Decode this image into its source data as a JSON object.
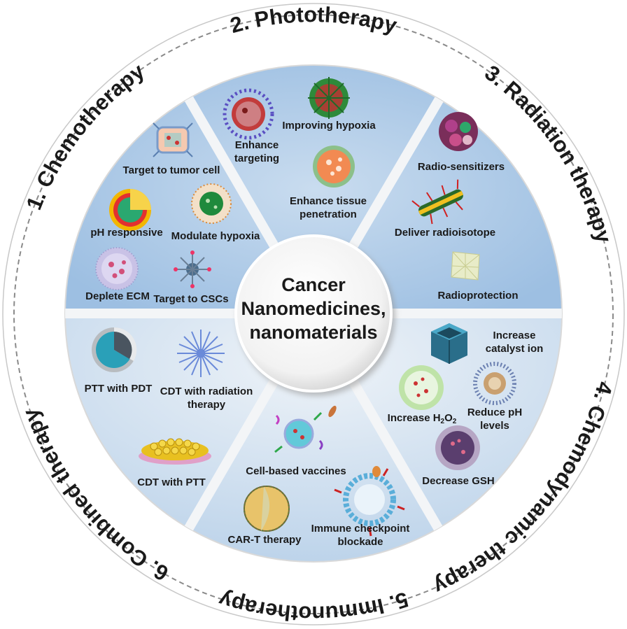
{
  "center": {
    "line1": "Cancer",
    "line2": "Nanomedicines,",
    "line3": "nanomaterials"
  },
  "sections": {
    "chemotherapy": "1. Chemotherapy",
    "phototherapy": "2. Phototherapy",
    "radiation": "3. Radiation therapy",
    "chemodynamic": "4. Chemodynamic therapy",
    "immunotherapy": "5. Immunotherapy",
    "combined": "6. Combined therapy"
  },
  "labels": {
    "target_tumor_cell": "Target to tumor cell",
    "ph_responsive": "pH responsive",
    "modulate_hypoxia": "Modulate hypoxia",
    "deplete_ecm": "Deplete ECM",
    "target_cscs": "Target to CSCs",
    "enhance_targeting_1": "Enhance",
    "enhance_targeting_2": "targeting",
    "improving_hypoxia": "Improving hypoxia",
    "enhance_tissue_1": "Enhance tissue",
    "enhance_tissue_2": "penetration",
    "radio_sensitizers": "Radio-sensitizers",
    "deliver_radioisotope": "Deliver radioisotope",
    "radioprotection": "Radioprotection",
    "increase_catalyst_1": "Increase",
    "increase_catalyst_2": "catalyst ion",
    "increase_h2o2_main": "Increase H",
    "increase_h2o2_sub1": "2",
    "increase_h2o2_o": "O",
    "increase_h2o2_sub2": "2",
    "reduce_ph_1": "Reduce pH",
    "reduce_ph_2": "levels",
    "decrease_gsh": "Decrease GSH",
    "cell_vaccines": "Cell-based vaccines",
    "car_t": "CAR-T therapy",
    "immune_checkpoint_1": "Immune checkpoint",
    "immune_checkpoint_2": "blockade",
    "ptt_pdt": "PTT with PDT",
    "cdt_radiation_1": "CDT with radiation",
    "cdt_radiation_2": "therapy",
    "cdt_ptt": "CDT with PTT"
  },
  "colors": {
    "outer_ring_bg": "#ffffff",
    "dashed_ring": "#8a8a8a",
    "sector_blue": "#a9c8e6",
    "sector_light": "#dbe8f4",
    "spoke": "#f4f6f8",
    "center_disc": "#f7f7f7",
    "text": "#1a1a1a"
  },
  "icons": [
    "capsule-cube-icon",
    "yolk-shell-sphere-icon",
    "micelle-icon",
    "spiky-sphere-icon",
    "star-nanoparticle-icon",
    "targeted-sphere-icon",
    "fibrous-sphere-icon",
    "porous-sphere-icon",
    "cluster-icon",
    "nanotube-icon",
    "lattice-sheet-icon",
    "cube-frame-icon",
    "green-sphere-icon",
    "spiked-core-icon",
    "purple-sphere-icon",
    "vaccine-cell-icon",
    "car-t-cell-icon",
    "checkpoint-ring-icon",
    "core-shell-icon",
    "dendrimer-icon",
    "nanoarray-icon"
  ]
}
